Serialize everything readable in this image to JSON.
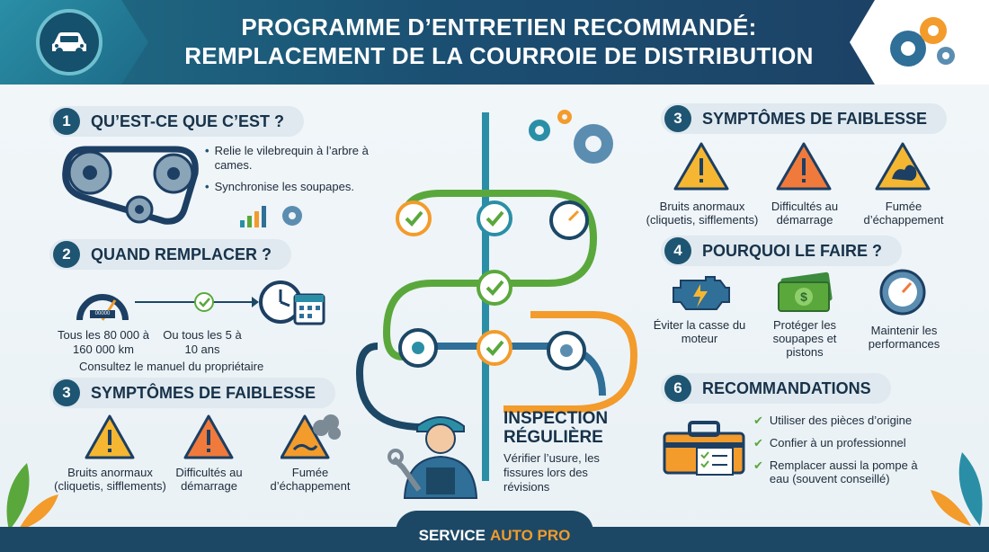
{
  "header": {
    "title_line1": "PROGRAMME D’ENTRETIEN RECOMMANDÉ:",
    "title_line2": "REMPLACEMENT DE LA COURROIE DE DISTRIBUTION"
  },
  "s1": {
    "num": "1",
    "title": "QU’EST-CE QUE C’EST ?",
    "bullets": [
      "Relie le vilebrequin à l’arbre à cames.",
      "Synchronise les soupapes."
    ]
  },
  "s2": {
    "num": "2",
    "title": "QUAND REMPLACER ?",
    "gauge_label": "00000",
    "km": "Tous les 80 000 à 160 000 km",
    "years": "Ou tous les 5 à 10 ans",
    "manual": "Consultez le manuel du propriétaire"
  },
  "s3_left": {
    "num": "3",
    "title": "SYMPTÔMES DE FAIBLESSE",
    "items": [
      "Bruits anormaux (cliquetis, sifflements)",
      "Difficultés au démarrage",
      "Fumée d’échappement"
    ]
  },
  "s3_right": {
    "num": "3",
    "title": "SYMPTÔMES DE FAIBLESSE",
    "items": [
      "Bruits anormaux (cliquetis, sifflements)",
      "Difficultés au démarrage",
      "Fumée d’échappement"
    ]
  },
  "s4": {
    "num": "4",
    "title": "POURQUOI LE FAIRE ?",
    "items": [
      "Éviter la casse du moteur",
      "Protéger les soupapes et pistons",
      "Maintenir les performances"
    ]
  },
  "s6": {
    "num": "6",
    "title": "RECOMMANDATIONS",
    "items": [
      "Utiliser des pièces d’origine",
      "Confier à un professionnel",
      "Remplacer aussi la pompe à eau (souvent conseillé)"
    ]
  },
  "inspection": {
    "title_line1": "INSPECTION",
    "title_line2": "RÉGULIÈRE",
    "text": "Vérifier l’usure, les fissures lors des révisions"
  },
  "footer": {
    "brand_a": "SERVICE",
    "brand_b": "AUTO PRO"
  },
  "colors": {
    "navy": "#1c4866",
    "teal": "#2a8fa6",
    "orange": "#f39b2b",
    "green": "#5aa83c"
  },
  "icons": [
    "car-icon",
    "gears-icon",
    "timing-belt-icon",
    "gauge-icon",
    "calendar-icon",
    "warning-icon",
    "engine-icon",
    "money-icon",
    "toolbox-icon",
    "mechanic-icon"
  ]
}
